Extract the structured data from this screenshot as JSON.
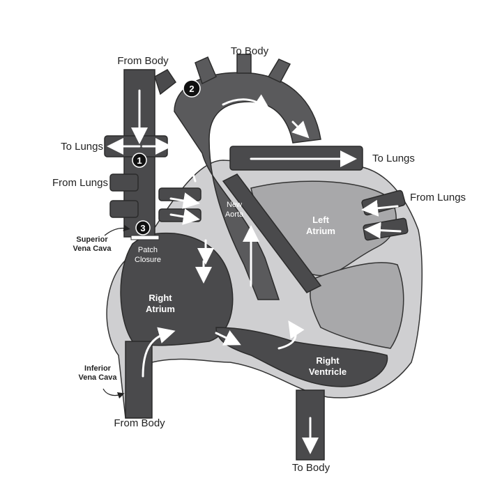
{
  "labels": {
    "from_body_top": "From Body",
    "to_body_top": "To Body",
    "to_lungs_left": "To Lungs",
    "to_lungs_right": "To Lungs",
    "from_lungs_left": "From Lungs",
    "from_lungs_right": "From Lungs",
    "superior_vena_cava_line1": "Superior",
    "superior_vena_cava_line2": "Vena Cava",
    "inferior_vena_cava_line1": "Inferior",
    "inferior_vena_cava_line2": "Vena Cava",
    "from_body_bottom": "From Body",
    "to_body_bottom": "To Body",
    "new_aorta_line1": "New",
    "new_aorta_line2": "Aorta",
    "left_atrium_line1": "Left",
    "left_atrium_line2": "Atrium",
    "right_atrium_line1": "Right",
    "right_atrium_line2": "Atrium",
    "right_ventricle_line1": "Right",
    "right_ventricle_line2": "Ventricle",
    "patch_closure_line1": "Patch",
    "patch_closure_line2": "Closure"
  },
  "markers": [
    "1",
    "2",
    "3"
  ],
  "colors": {
    "vessel": "#4a4a4c",
    "chamber": "#a8a8aa",
    "wall": "#cfcfd1",
    "background": "#ffffff"
  }
}
